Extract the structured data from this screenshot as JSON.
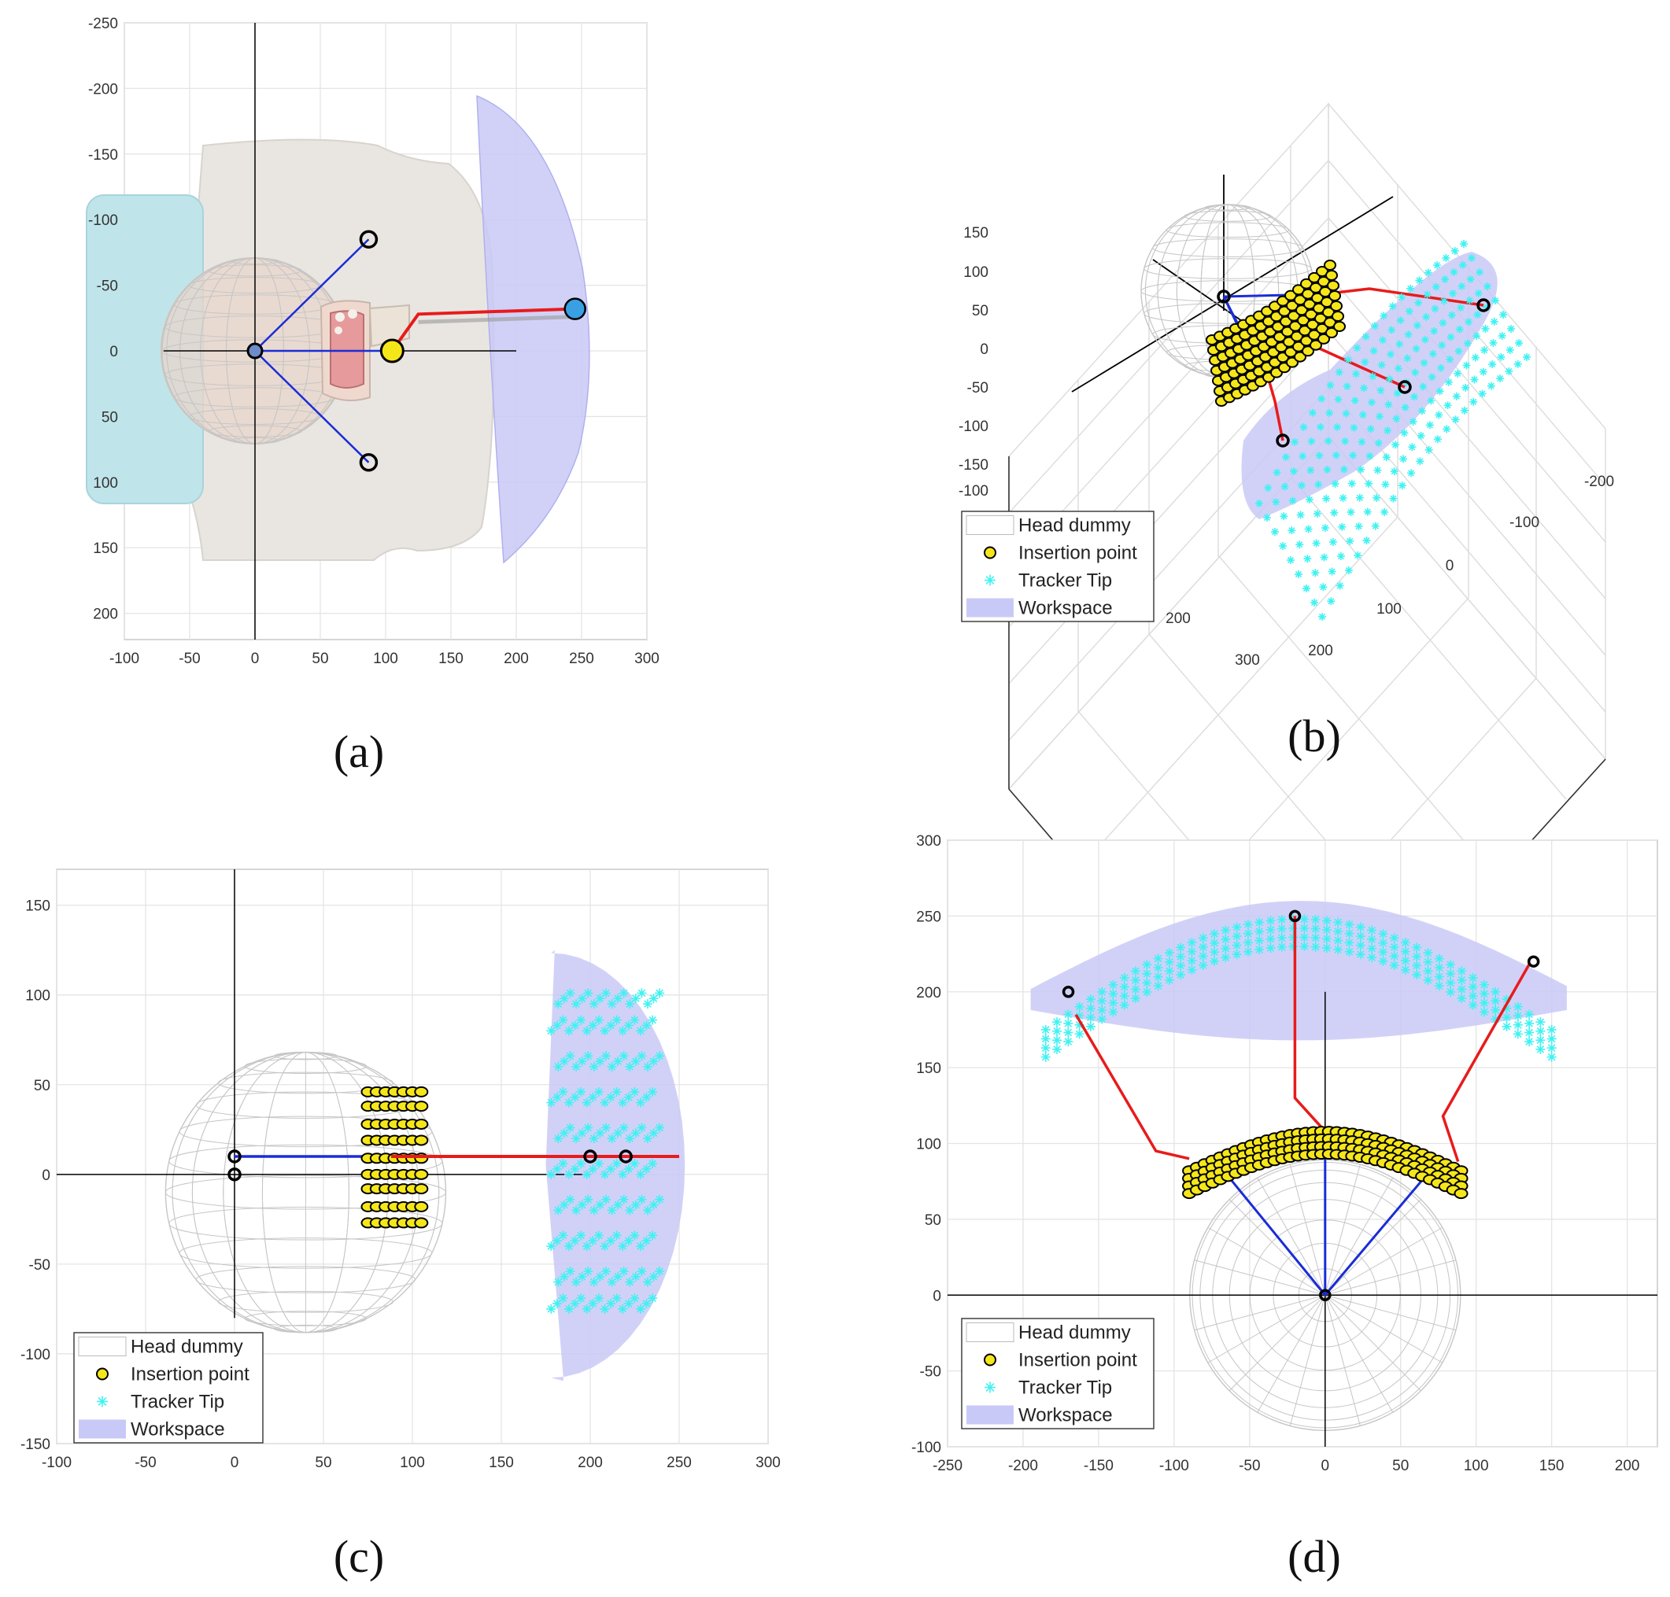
{
  "colors": {
    "arm_blue": "#1a2dd6",
    "link_red": "#e81b1b",
    "insertion_yellow": "#f5e61a",
    "tracker_cyan": "#3ff2f2",
    "workspace": "#c9c9f7",
    "workspace_stroke": "#b0b0ee",
    "head_grey": "#c6c6c6",
    "grid": "#e4e4e4",
    "axis": "#000000",
    "torso": "#e9e6e2",
    "shoulder_block": "#bfe4ea",
    "tracker_marker_blue": "#39a0e3"
  },
  "captions": {
    "a": "(a)",
    "b": "(b)",
    "c": "(c)",
    "d": "(d)"
  },
  "legend": {
    "head_dummy": "Head dummy",
    "insertion_point": "Insertion point",
    "tracker_tip": "Tracker Tip",
    "workspace": "Workspace"
  },
  "chart_data": [
    {
      "panel": "a",
      "type": "scatter",
      "title": "",
      "xlabel": "",
      "ylabel": "",
      "xlim": [
        -100,
        300
      ],
      "ylim": [
        -250,
        220
      ],
      "y_reversed": true,
      "xticks": [
        "-100",
        "-50",
        "0",
        "50",
        "100",
        "150",
        "200",
        "250",
        "300"
      ],
      "yticks": [
        "-250",
        "-200",
        "-150",
        "-100",
        "-50",
        "0",
        "50",
        "100",
        "150",
        "200"
      ],
      "grid": true,
      "series": [
        {
          "role": "center",
          "x": [
            0
          ],
          "y": [
            0
          ]
        },
        {
          "role": "arm_ends",
          "x": [
            87,
            87
          ],
          "y": [
            -85,
            85
          ]
        },
        {
          "role": "insertion",
          "x": [
            105
          ],
          "y": [
            0
          ]
        },
        {
          "role": "tracker",
          "x": [
            245
          ],
          "y": [
            -32
          ]
        },
        {
          "role": "link",
          "x": [
            105,
            125,
            245
          ],
          "y": [
            0,
            -28,
            -32
          ]
        }
      ]
    },
    {
      "panel": "b",
      "type": "scatter",
      "title": "",
      "projection": "3d",
      "zticks": [
        "150",
        "100",
        "50",
        "0",
        "-50",
        "-100",
        "-150"
      ],
      "xticks": [
        "-100",
        "200",
        "300"
      ],
      "yticks": [
        "-200",
        "-100",
        "0",
        "100",
        "200"
      ],
      "grid": true,
      "legend_position": "bottom-left"
    },
    {
      "panel": "c",
      "type": "scatter",
      "title": "",
      "xlabel": "",
      "ylabel": "",
      "xlim": [
        -100,
        300
      ],
      "ylim": [
        -150,
        170
      ],
      "xticks": [
        "-100",
        "-50",
        "0",
        "50",
        "100",
        "150",
        "200",
        "250",
        "300"
      ],
      "yticks": [
        "-150",
        "-100",
        "-50",
        "0",
        "50",
        "100",
        "150"
      ],
      "grid": true,
      "legend_position": "bottom-left",
      "insertion_columns_x": [
        75,
        80,
        85,
        90,
        95,
        100,
        105
      ],
      "insertion_rows_y": [
        -27,
        -18,
        -8,
        0,
        9,
        19,
        28,
        38,
        46
      ],
      "tracker_rows_y": [
        -75,
        -60,
        -40,
        -20,
        0,
        20,
        40,
        60,
        80,
        95
      ],
      "tracker_x_range": [
        178,
        235
      ],
      "link_x": [
        88,
        250
      ],
      "link_y": [
        10,
        10
      ],
      "arm_x": [
        0,
        88
      ],
      "arm_y": [
        10,
        10
      ],
      "joints": {
        "x": [
          0,
          0,
          200,
          220
        ],
        "y": [
          10,
          0,
          10,
          10
        ]
      }
    },
    {
      "panel": "d",
      "type": "scatter",
      "title": "",
      "xlabel": "",
      "ylabel": "",
      "xlim": [
        -250,
        220
      ],
      "ylim": [
        -100,
        300
      ],
      "xticks": [
        "-250",
        "-200",
        "-150",
        "-100",
        "-50",
        "0",
        "50",
        "100",
        "150",
        "200"
      ],
      "yticks": [
        "-100",
        "-50",
        "0",
        "50",
        "100",
        "150",
        "200",
        "250",
        "300"
      ],
      "grid": true,
      "legend_position": "bottom-left",
      "insertion_arc": {
        "x_range": [
          -90,
          90
        ],
        "y_top": 108,
        "y_bottom": 82
      },
      "tracker_arc": {
        "x_range": [
          -185,
          150
        ],
        "y_peak": 248,
        "y_ends": 175
      },
      "links": [
        {
          "x": [
            -90,
            -112,
            -165
          ],
          "y": [
            90,
            95,
            185
          ]
        },
        {
          "x": [
            0,
            -20,
            -20
          ],
          "y": [
            108,
            130,
            250
          ]
        },
        {
          "x": [
            88,
            78,
            135
          ],
          "y": [
            88,
            118,
            218
          ]
        }
      ],
      "arms": [
        {
          "x": [
            0,
            -68
          ],
          "y": [
            0,
            83
          ]
        },
        {
          "x": [
            0,
            0
          ],
          "y": [
            0,
            108
          ]
        },
        {
          "x": [
            0,
            72
          ],
          "y": [
            0,
            85
          ]
        }
      ]
    }
  ]
}
